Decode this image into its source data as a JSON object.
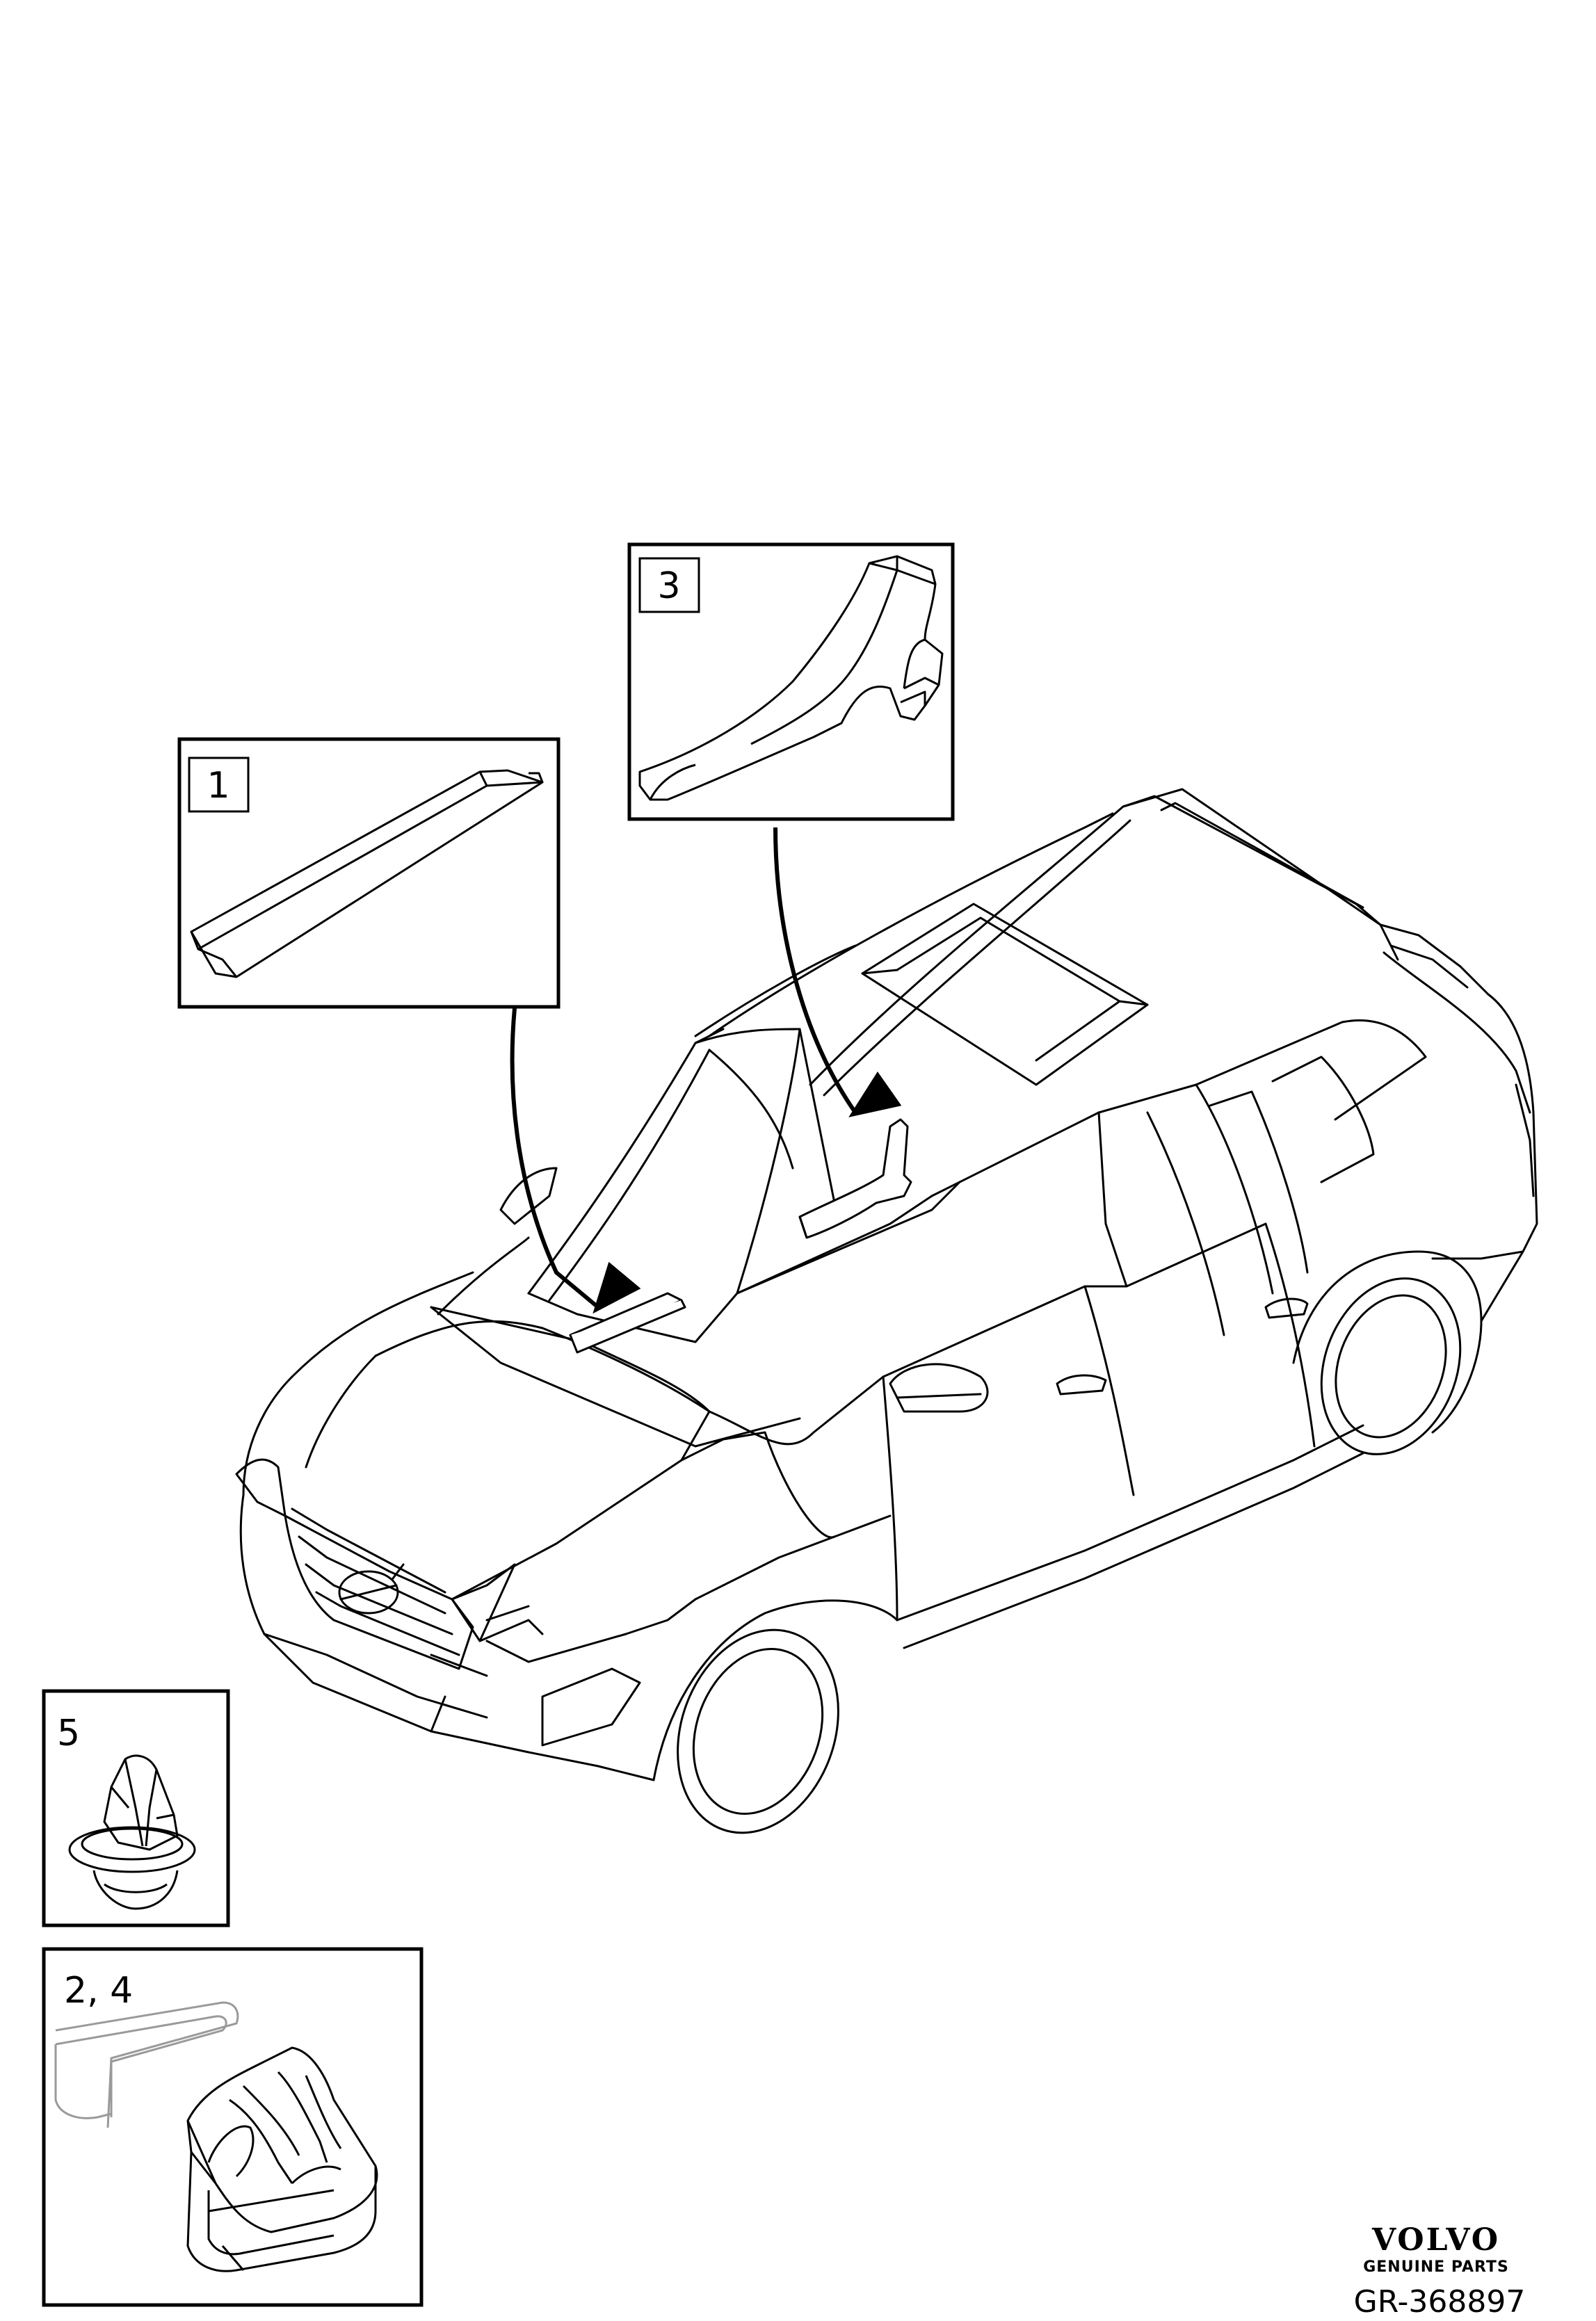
{
  "callouts": [
    {
      "id": "callout-1",
      "label": "1"
    },
    {
      "id": "callout-3",
      "label": "3"
    },
    {
      "id": "callout-5",
      "label": "5"
    },
    {
      "id": "callout-2-4",
      "label": "2, 4"
    }
  ],
  "brand": {
    "name": "VOLVO",
    "tagline": "GENUINE PARTS"
  },
  "illustration_id": "GR-368897",
  "icons": [
    "volvo-logo-icon"
  ]
}
